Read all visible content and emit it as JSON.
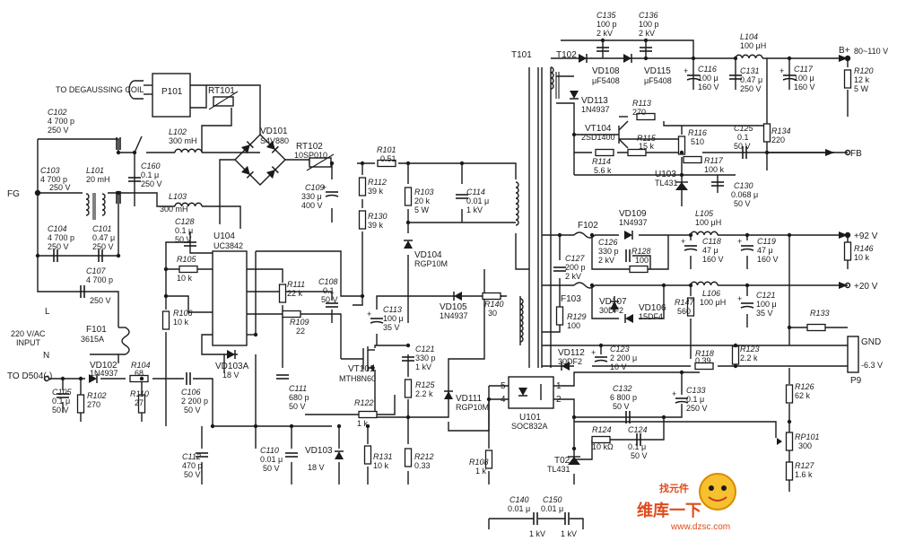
{
  "labels": {
    "to_degaussing": "TO DEGAUSSING COIL",
    "p101": "P101",
    "rt101": "RT101",
    "c102": "C102",
    "c102_v": "4 700 p",
    "c102_r": "250 V",
    "c103": "C103",
    "c103_v": "4 700 p",
    "c103_r": "250 V",
    "l101": "L101",
    "l101_v": "20 mH",
    "l102": "L102",
    "l102_v": "300 mH",
    "l103": "L103",
    "l103_v": "300 mH",
    "c160": "C160",
    "c160_v": "0.1 μ",
    "c160_r": "250 V",
    "vd101": "VD101",
    "vd101_t": "S4V880",
    "rt102": "RT102",
    "rt102_t": "10SP010",
    "r101": "R101",
    "r101_v": "0.51",
    "fg": "FG",
    "c104": "C104",
    "c104_v": "4 700 p",
    "c104_r": "250 V",
    "c101": "C101",
    "c101_v": "0.47 μ",
    "c101_r": "250 V",
    "c107": "C107",
    "c107_v": "4 700 p",
    "c107_r": "250 V",
    "l": "L",
    "n": "N",
    "ac1": "220 V/AC",
    "ac2": "INPUT",
    "f101": "F101",
    "f101_t": "3615A",
    "c109": "C109",
    "c109_v": "330 μ",
    "c109_r": "400 V",
    "r112": "R112",
    "r112_v": "39 k",
    "r130": "R130",
    "r130_v": "39 k",
    "r103": "R103",
    "r103_v": "20 k",
    "r103_r": "5 W",
    "c114": "C114",
    "c114_v": "0.01 μ",
    "c114_r": "1 kV",
    "c128": "C128",
    "c128_v": "0.1 μ",
    "c128_r": "50 V",
    "u104": "U104",
    "u104_t": "UC3842",
    "r105": "R105",
    "r105_v": "10 k",
    "r106": "R106",
    "r106_v": "10 k",
    "r111": "R111",
    "r111_v": "22 k",
    "c108": "C108",
    "c108_v": "0.1",
    "c108_r": "50 V",
    "r109": "R109",
    "r109_v": "22",
    "vd104": "VD104",
    "vd104_t": "RGP10M",
    "c113": "C113",
    "c113_v": "100 μ",
    "c113_r": "35 V",
    "vd105": "VD105",
    "vd105_t": "1N4937",
    "r140": "R140",
    "r140_v": "30",
    "vd103a": "VD103A",
    "vd103a_v": "18 V",
    "vt101": "VT101",
    "vt101_t": "MTH8N60",
    "c121": "C121",
    "c121_v": "330 p",
    "c121_r": "1 kV",
    "to_d504": "TO D504(-)",
    "vd102": "VD102",
    "vd102_t": "1N4937",
    "r104": "R104",
    "r104_v": "68",
    "c105": "C105",
    "c105_v": "0.1 μ",
    "c105_r": "50 V",
    "r102": "R102",
    "r102_v": "270",
    "r110": "R110",
    "r110_v": "27",
    "c106": "C106",
    "c106_v": "2 200 p",
    "c106_r": "50 V",
    "c111": "C111",
    "c111_v": "680 p",
    "c111_r": "50 V",
    "r122": "R122",
    "r122_v": "1 k",
    "r125": "R125",
    "r125_v": "2.2 k",
    "vd111": "VD111",
    "vd111_t": "RGP10M",
    "c112": "C112",
    "c112_v": "470 p",
    "c112_r": "50 V",
    "c110": "C110",
    "c110_v": "0.01 μ",
    "c110_r": "50 V",
    "vd103": "VD103",
    "vd103_v": "18 V",
    "r131": "R131",
    "r131_v": "10 k",
    "r212": "R212",
    "r212_v": "0.33",
    "r108": "R108",
    "r108_v": "1 k",
    "u101": "U101",
    "u101_t": "SOC832A",
    "t101": "T101",
    "t102": "T102",
    "c135": "C135",
    "c135_v": "100 p",
    "c135_r": "2 kV",
    "c136": "C136",
    "c136_v": "100 p",
    "c136_r": "2 kV",
    "vd108": "VD108",
    "vd108_t": "μF5408",
    "vd115": "VD115",
    "vd115_t": "μF5408",
    "c116": "C116",
    "c116_v": "100 μ",
    "c116_r": "160 V",
    "l104": "L104",
    "l104_v": "100 μH",
    "c131": "C131",
    "c131_v": "0.47 μ",
    "c131_r": "250 V",
    "c117": "C117",
    "c117_v": "100 μ",
    "c117_r": "160 V",
    "bplus": "B+",
    "bplus_v": "80~110 V",
    "r120": "R120",
    "r120_v": "12 k",
    "r120_r": "5 W",
    "vd113": "VD113",
    "vd113_t": "1N4937",
    "r113": "R113",
    "r113_v": "270",
    "vt104": "VT104",
    "vt104_t": "2SD1400",
    "c125": "C125",
    "c125_v": "0.1",
    "c125_r": "50 V",
    "r134": "R134",
    "r134_v": "220",
    "r116": "R116",
    "r116_v": "510",
    "r115": "R115",
    "r115_v": "15 k",
    "r114": "R114",
    "r114_v": "5.6 k",
    "r117": "R117",
    "r117_v": "100 k",
    "fb": "FB",
    "u103": "U103",
    "u103_t": "TL431",
    "c130": "C130",
    "c130_v": "0.068 μ",
    "c130_r": "50 V",
    "f102": "F102",
    "vd109": "VD109",
    "vd109_t": "1N4937",
    "l105": "L105",
    "l105_v": "100 μH",
    "c118": "C118",
    "c118_v": "47 μ",
    "c118_r": "160 V",
    "c119": "C119",
    "c119_v": "47 μ",
    "c119_r": "160 V",
    "v92": "+92 V",
    "r146": "R146",
    "r146_v": "10 k",
    "c127": "C127",
    "c127_v": "200 p",
    "c127_r": "2 kV",
    "c126": "C126",
    "c126_v": "330 p",
    "c126_r": "2 kV",
    "r128": "R128",
    "r128_v": "100",
    "f103": "F103",
    "vd107": "VD107",
    "vd107_t": "30DF2",
    "vd106": "VD106",
    "vd106_t": "15DF4",
    "r147": "R147",
    "r147_v": "560",
    "l106": "L106",
    "l106_v": "100 μH",
    "c121b": "C121",
    "c121b_v": "100 μ",
    "c121b_r": "35 V",
    "v20": "+20 V",
    "r129": "R129",
    "r129_v": "100",
    "r133": "R133",
    "gnd": "GND",
    "vneg": "-6.3 V",
    "p9": "P9",
    "vd112": "VD112",
    "vd112_t": "30DF2",
    "c123": "C123",
    "c123_v": "2 200 μ",
    "c123_r": "10 V",
    "r118": "R118",
    "r118_v": "0.39",
    "r123": "R123",
    "r123_v": "2.2 k",
    "c132": "C132",
    "c132_v": "6 800 p",
    "c132_r": "50 V",
    "c133": "C133",
    "c133_v": "0.1 μ",
    "c133_r": "250 V",
    "r126": "R126",
    "r126_v": "62 k",
    "r124": "R124",
    "r124_v": "10 kΩ",
    "c124": "C124",
    "c124_v": "0.1 μ",
    "c124_r": "50 V",
    "rp101": "RP101",
    "rp101_v": "300",
    "t02": "T02",
    "t02_t": "TL431",
    "r127": "R127",
    "r127_v": "1.6 k",
    "c140": "C140",
    "c140_v": "0.01 μ",
    "c140_r": "1 kV",
    "c150": "C150",
    "c150_v": "0.01 μ",
    "c150_r": "1 kV",
    "wm_cn": "维库一下",
    "wm_url": "www.dzsc.com",
    "wm_top": "找元件"
  }
}
